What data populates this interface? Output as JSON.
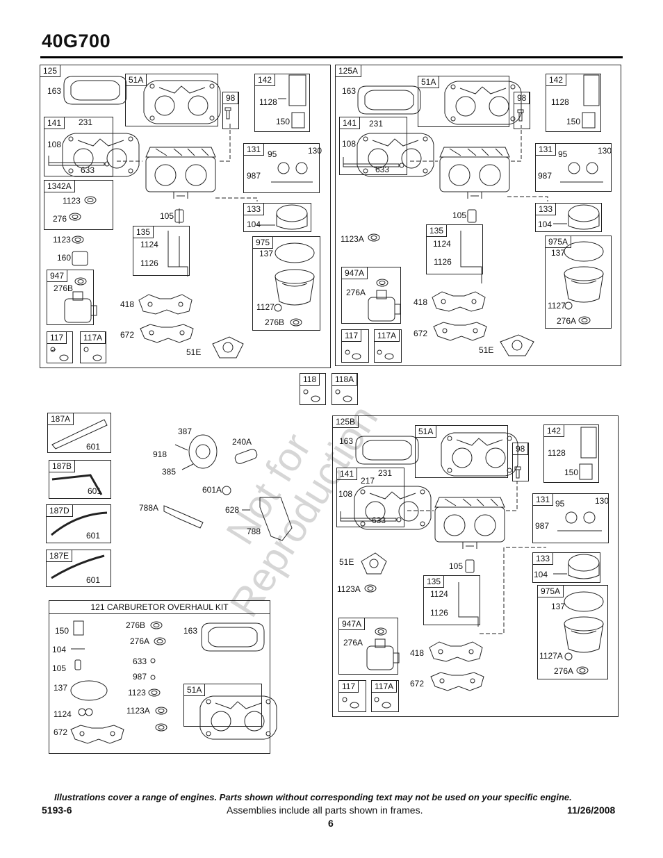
{
  "header": {
    "model": "40G700"
  },
  "watermark": {
    "line1": "Not for",
    "line2": "Reproduction"
  },
  "frames": {
    "f125": {
      "tag": "125",
      "labels": [
        "163",
        "51A",
        "98",
        "142",
        "1128",
        "150",
        "141",
        "231",
        "108",
        "633",
        "131",
        "95",
        "130",
        "987",
        "1342A",
        "1123",
        "276",
        "1123",
        "160",
        "947",
        "276B",
        "105",
        "133",
        "104",
        "135",
        "1124",
        "1126",
        "975",
        "137",
        "418",
        "1127",
        "276B",
        "672",
        "51E",
        "117",
        "117A"
      ]
    },
    "f125A": {
      "tag": "125A",
      "labels": [
        "163",
        "51A",
        "98",
        "142",
        "1128",
        "150",
        "141",
        "231",
        "108",
        "633",
        "131",
        "95",
        "130",
        "987",
        "133",
        "104",
        "1123A",
        "105",
        "135",
        "1124",
        "1126",
        "975A",
        "137",
        "947A",
        "276A",
        "418",
        "1127",
        "276A",
        "672",
        "51E",
        "117",
        "117A"
      ]
    },
    "f118": {
      "tag": "118"
    },
    "f118A": {
      "tag": "118A"
    },
    "f125B": {
      "tag": "125B",
      "labels": [
        "163",
        "51A",
        "98",
        "142",
        "1128",
        "150",
        "141",
        "231",
        "217",
        "108",
        "633",
        "131",
        "95",
        "130",
        "987",
        "51E",
        "105",
        "133",
        "104",
        "1123A",
        "135",
        "1124",
        "1126",
        "975A",
        "137",
        "947A",
        "276A",
        "418",
        "1127A",
        "276A",
        "672",
        "117",
        "117A"
      ]
    },
    "hoses": [
      {
        "tag": "187A",
        "label": "601"
      },
      {
        "tag": "187B",
        "label": "601"
      },
      {
        "tag": "187D",
        "label": "601"
      },
      {
        "tag": "187E",
        "label": "601"
      }
    ],
    "fuel": {
      "labels": [
        "387",
        "918",
        "240A",
        "385",
        "601A",
        "788A",
        "628",
        "788"
      ]
    },
    "kit": {
      "title": "121 CARBURETOR OVERHAUL KIT",
      "labels": [
        "150",
        "276B",
        "276A",
        "163",
        "104",
        "633",
        "105",
        "987",
        "137",
        "1123",
        "51A",
        "1123A",
        "1124",
        "672"
      ]
    }
  },
  "footer": {
    "note": "Illustrations cover a range of engines. Parts shown without corresponding text may not be used on your specific engine.",
    "doc_number": "5193-6",
    "assemblies": "Assemblies include all parts shown in frames.",
    "date": "11/26/2008",
    "page": "6"
  }
}
